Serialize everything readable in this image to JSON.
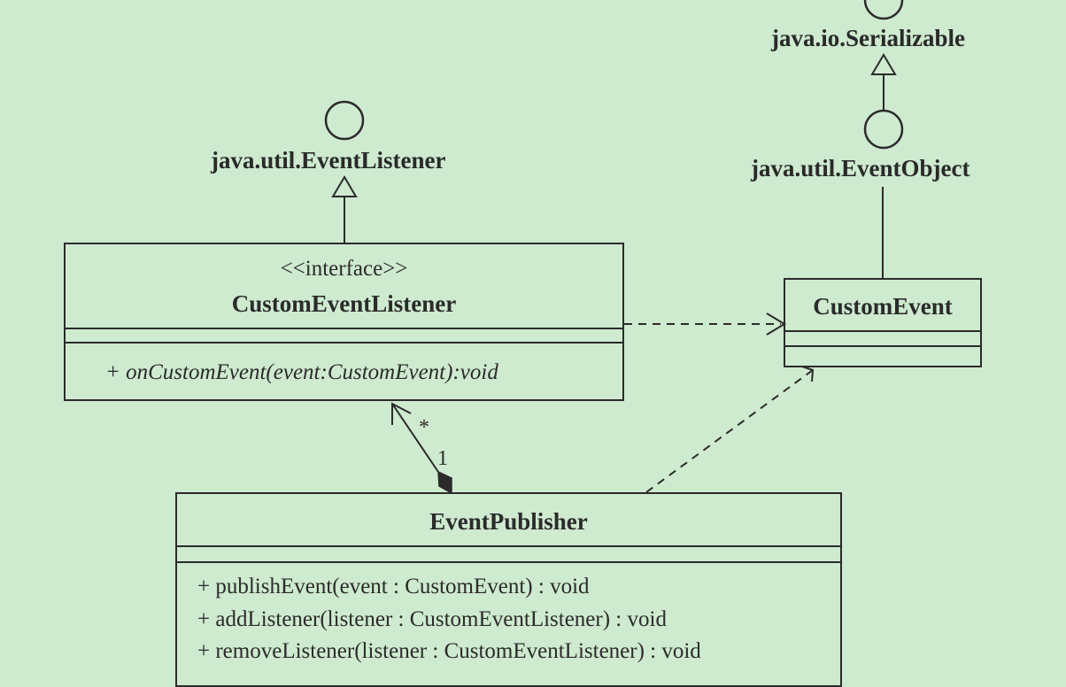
{
  "colors": {
    "background": "#ceeacf",
    "stroke": "#2b2b2b"
  },
  "interfaces": {
    "serializable": "java.io.Serializable",
    "event_object": "java.util.EventObject",
    "event_listener": "java.util.EventListener"
  },
  "classes": {
    "custom_event_listener": {
      "stereotype": "<<interface>>",
      "name": "CustomEventListener",
      "operations": [
        "+ onCustomEvent(event:CustomEvent):void"
      ]
    },
    "custom_event": {
      "name": "CustomEvent"
    },
    "event_publisher": {
      "name": "EventPublisher",
      "operations": [
        "+ publishEvent(event : CustomEvent) : void",
        "+ addListener(listener : CustomEventListener) : void",
        "+ removeListener(listener : CustomEventListener) : void"
      ]
    }
  },
  "multiplicities": {
    "listener_end": "*",
    "publisher_end": "1"
  }
}
